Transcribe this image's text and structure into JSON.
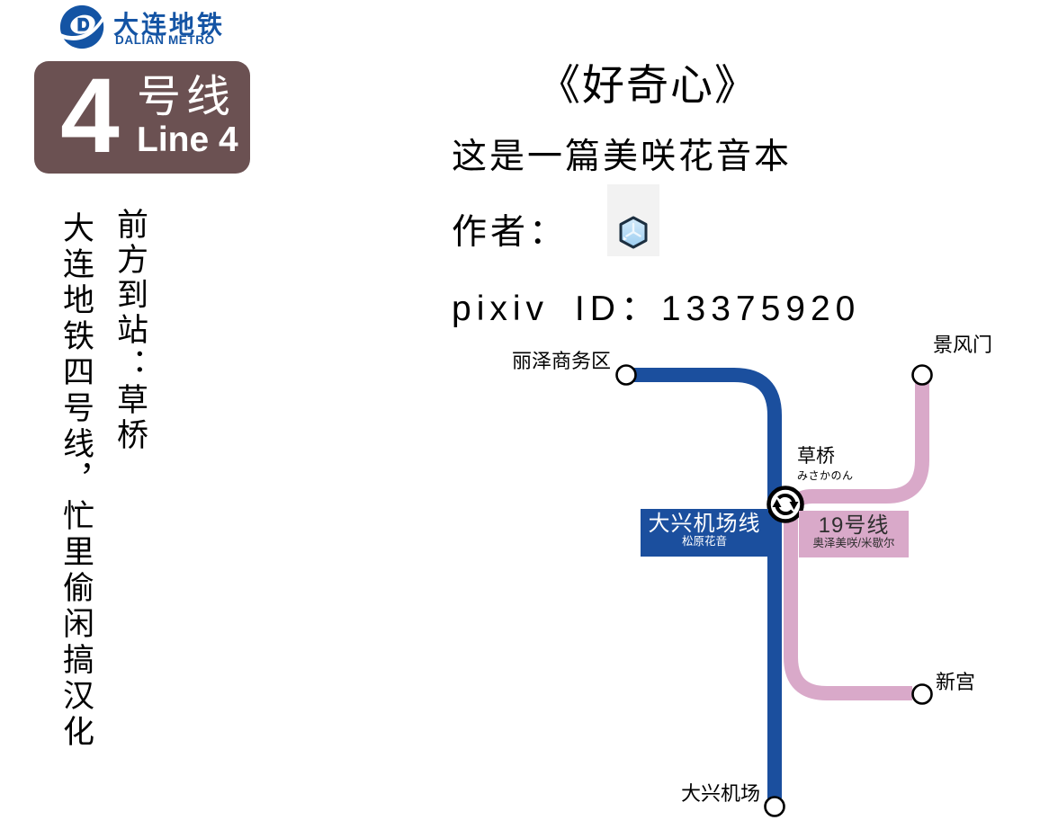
{
  "header": {
    "logo": {
      "icon": "dalian-metro-logo",
      "name_cn": "大连地铁",
      "name_en": "DALIAN METRO",
      "brand_color": "#1454a4"
    },
    "line_badge": {
      "number": "4",
      "suffix_cn": "号线",
      "suffix_en": "Line 4",
      "color": "#6b5152"
    }
  },
  "side_vertical_text": {
    "next_station": "前方到站：草桥",
    "note": "大连地铁四号线，忙里偷闲搞汉化"
  },
  "announcement": {
    "title": "《好奇心》",
    "subtitle": "这是一篇美咲花音本",
    "author_label": "作者：",
    "author_icon": "ice-cube-emoji",
    "pixiv_line": "pixiv ID：13375920"
  },
  "map": {
    "interchange_icon": "transfer-icon",
    "interchange_station": "草桥",
    "lines": [
      {
        "id": "daxing-airport-line",
        "color": "#1b4f9e",
        "label": "大兴机场线",
        "sublabel": "松原花音",
        "stations": [
          "丽泽商务区",
          "草桥",
          "大兴机场"
        ]
      },
      {
        "id": "line-19",
        "color": "#d9a9c9",
        "label": "19号线",
        "sublabel": "奥泽美咲/米歇尔",
        "stations": [
          "景风门",
          "草桥",
          "新宫"
        ]
      }
    ],
    "stations": {
      "lize": "丽泽商务区",
      "jingfengmen": "景风门",
      "caoqiao": "草桥",
      "caoqiao_sub": "みさかのん",
      "xingong": "新宫",
      "daxing_airport": "大兴机场"
    }
  }
}
